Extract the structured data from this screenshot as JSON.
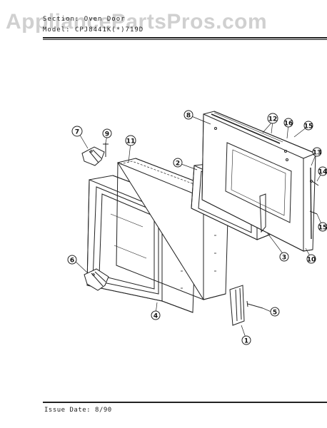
{
  "watermark": "AppliancePartsPros.com",
  "header": {
    "section_label": "Section:",
    "section_value": "Oven Door",
    "model_label": "Model:",
    "model_value": "CPJ8441K(*)719D"
  },
  "footer": {
    "issue_label": "Issue Date:",
    "issue_value": "8/90"
  },
  "callouts": [
    "1",
    "2",
    "3",
    "4",
    "5",
    "6",
    "7",
    "8",
    "9",
    "10",
    "11",
    "12",
    "13",
    "14",
    "15",
    "15",
    "16"
  ]
}
